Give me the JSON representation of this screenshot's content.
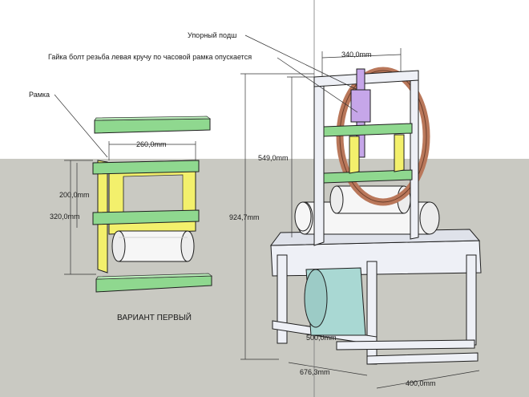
{
  "colors": {
    "sky": "#ffffff",
    "ground": "#c9c9c2",
    "yellow": "#f3f06c",
    "green": "#8fd88f",
    "frame": "#eef0f6",
    "roller": "#f6f6f6",
    "copper": "#b9775a",
    "violet": "#c6a6e9",
    "cyan": "#a9d8d3"
  },
  "annotations": {
    "thrust_bearing": "Упорный подш",
    "nut_bolt": "Гайка болт резьба левая  кручу по часовой рамка опускается",
    "frame": "Рамка"
  },
  "dimensions": {
    "top_width": "340,0mm",
    "frame_width": "260,0mm",
    "height_549": "549,0mm",
    "height_924": "924,7mm",
    "height_200": "200,0mm",
    "height_320": "320,0mm",
    "base_500": "500,0mm",
    "base_676": "676,3mm",
    "base_400": "400,0mm"
  },
  "caption": "ВАРИАНТ ПЕРВЫЙ",
  "icons": [
    "technical-drawing"
  ]
}
